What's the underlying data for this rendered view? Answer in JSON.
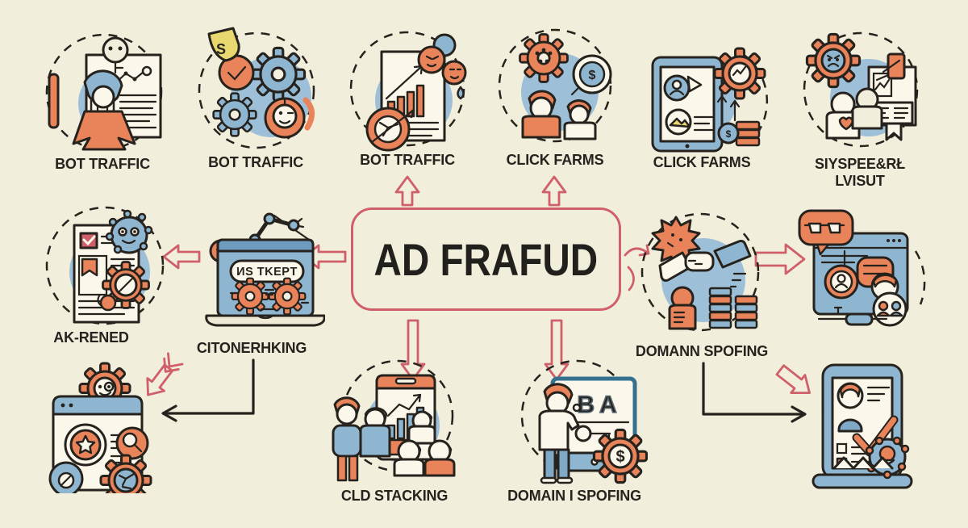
{
  "title": "AD FRAFUD",
  "colors": {
    "background": "#f2eedc",
    "accent_red": "#cf5f68",
    "ink": "#26221d",
    "blue": "#8fb6d1",
    "light_blue": "#9dc0d8",
    "orange": "#e8835a",
    "yellow": "#e9d76f",
    "paper": "#fbf7ea"
  },
  "labels": {
    "bot_traffic_1": "BOT TRAFFIC",
    "bot_traffic_2": "BOT TRAFFIC",
    "bot_traffic_3": "BOT TRAFFIC",
    "click_farms_1": "CLICK FARMS",
    "click_farms_2": "CLICK FARMS",
    "suspicious_line1": "SIYSPEE&RŁ",
    "suspicious_line2": "LVISUT",
    "ak_rened": "AK-RENED",
    "citonerhking": "CITONERHKING",
    "domann_spofing": "DOMANN SPOFING",
    "cld_stacking": "CLD STACKING",
    "domain_i_spofing": "DOMAIN I SPOFING"
  },
  "icon_texts": {
    "laptop_pill": "ИS TKEPT",
    "shield_letter": "S",
    "board_letters": "BA",
    "dollar": "$"
  }
}
